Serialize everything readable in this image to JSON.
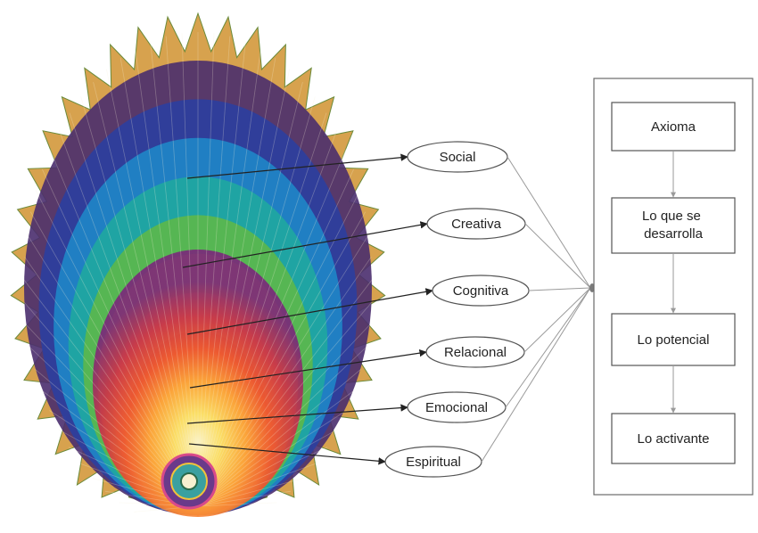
{
  "dimensions": [
    "Social",
    "Creativa",
    "Cognitiva",
    "Relacional",
    "Emocional",
    "Espiritual"
  ],
  "flow": [
    "Axioma",
    [
      "Lo que se",
      "desarrolla"
    ],
    "Lo potencial",
    "Lo activante"
  ],
  "colors": {
    "ring_colors": [
      "#4a2d6e",
      "#2c3fa0",
      "#1f86c8",
      "#1fa8a0",
      "#5cb84a",
      "#b5c93a",
      "#e4b543",
      "#d08a3a"
    ],
    "core_colors": [
      "#fffbd0",
      "#ffe56a",
      "#ffa63a",
      "#ef5530",
      "#c7314a",
      "#7a2a7a"
    ],
    "line": "#222222",
    "connector": "#9a9a9a",
    "box_border": "#6a6a6a"
  }
}
